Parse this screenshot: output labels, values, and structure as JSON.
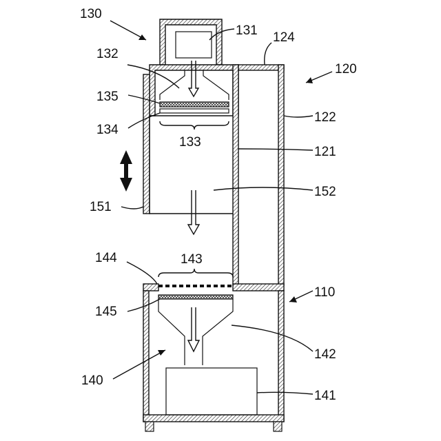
{
  "labels": {
    "l130": "130",
    "l131": "131",
    "l124": "124",
    "l132": "132",
    "l120": "120",
    "l135": "135",
    "l122": "122",
    "l134": "134",
    "l133": "133",
    "l121": "121",
    "l152": "152",
    "l151": "151",
    "l144": "144",
    "l143": "143",
    "l110": "110",
    "l145": "145",
    "l142": "142",
    "l140": "140",
    "l141": "141"
  }
}
